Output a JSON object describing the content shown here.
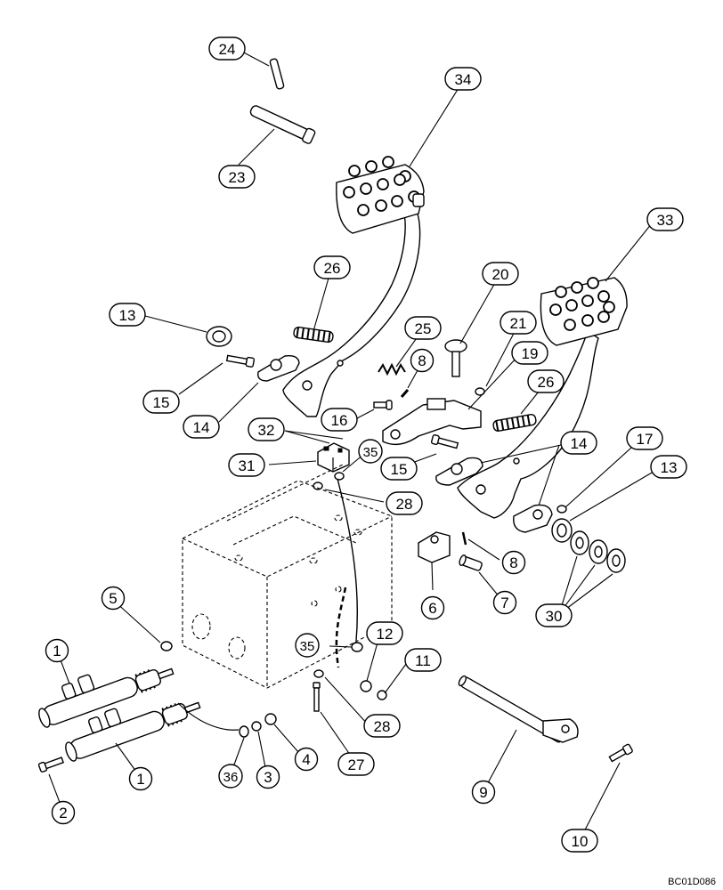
{
  "diagram": {
    "callouts": [
      {
        "id": "c24a",
        "label": "24"
      },
      {
        "id": "c34",
        "label": "34"
      },
      {
        "id": "c23",
        "label": "23"
      },
      {
        "id": "c33",
        "label": "33"
      },
      {
        "id": "c26a",
        "label": "26"
      },
      {
        "id": "c20",
        "label": "20"
      },
      {
        "id": "c13a",
        "label": "13"
      },
      {
        "id": "c25",
        "label": "25"
      },
      {
        "id": "c21",
        "label": "21"
      },
      {
        "id": "c8a",
        "label": "8"
      },
      {
        "id": "c19",
        "label": "19"
      },
      {
        "id": "c26b",
        "label": "26"
      },
      {
        "id": "c15a",
        "label": "15"
      },
      {
        "id": "c14a",
        "label": "14"
      },
      {
        "id": "c16",
        "label": "16"
      },
      {
        "id": "c32",
        "label": "32"
      },
      {
        "id": "c14b",
        "label": "14"
      },
      {
        "id": "c17",
        "label": "17"
      },
      {
        "id": "c13b",
        "label": "13"
      },
      {
        "id": "c35a",
        "label": "35"
      },
      {
        "id": "c31",
        "label": "31"
      },
      {
        "id": "c15b",
        "label": "15"
      },
      {
        "id": "c28a",
        "label": "28"
      },
      {
        "id": "c8b",
        "label": "8"
      },
      {
        "id": "c5",
        "label": "5"
      },
      {
        "id": "c6",
        "label": "6"
      },
      {
        "id": "c7",
        "label": "7"
      },
      {
        "id": "c30",
        "label": "30"
      },
      {
        "id": "c1a",
        "label": "1"
      },
      {
        "id": "c35b",
        "label": "35"
      },
      {
        "id": "c12",
        "label": "12"
      },
      {
        "id": "c11",
        "label": "11"
      },
      {
        "id": "c28b",
        "label": "28"
      },
      {
        "id": "c4",
        "label": "4"
      },
      {
        "id": "c36",
        "label": "36"
      },
      {
        "id": "c3",
        "label": "3"
      },
      {
        "id": "c27",
        "label": "27"
      },
      {
        "id": "c1b",
        "label": "1"
      },
      {
        "id": "c9",
        "label": "9"
      },
      {
        "id": "c2",
        "label": "2"
      },
      {
        "id": "c10",
        "label": "10"
      }
    ],
    "drawing_code": "BC01D086"
  }
}
